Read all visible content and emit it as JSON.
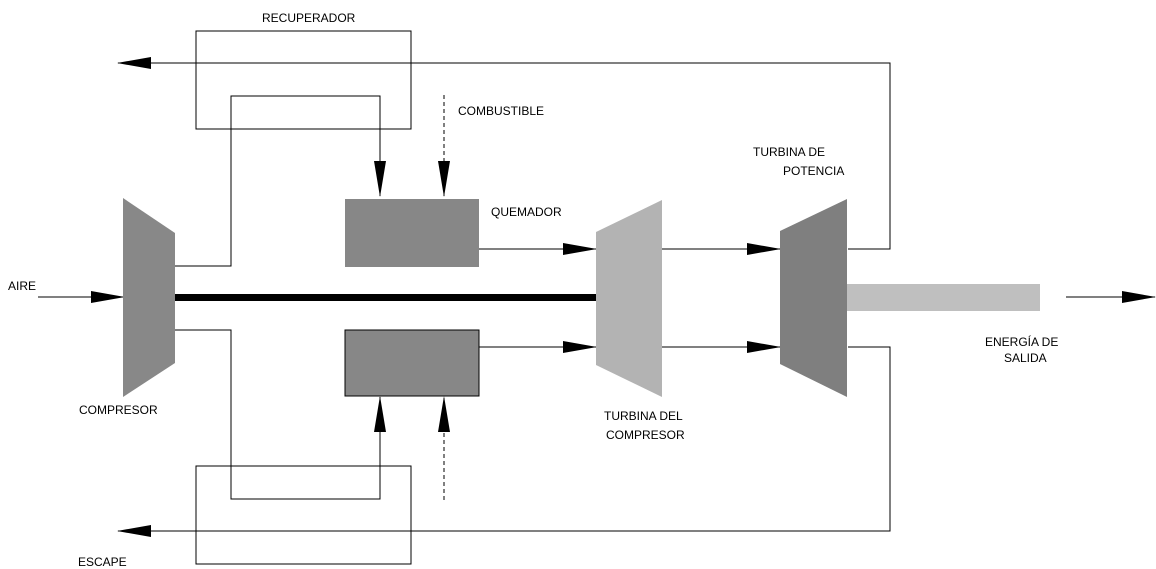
{
  "labels": {
    "recuperador": "RECUPERADOR",
    "combustible": "COMBUSTIBLE",
    "turbina_potencia_1": "TURBINA DE",
    "turbina_potencia_2": "POTENCIA",
    "quemador": "QUEMADOR",
    "aire": "AIRE",
    "compresor": "COMPRESOR",
    "turbina_compresor_1": "TURBINA DEL",
    "turbina_compresor_2": "COMPRESOR",
    "energia_1": "ENERGÍA DE",
    "energia_2": "SALIDA",
    "escape": "ESCAPE"
  },
  "colors": {
    "compressor": "#888888",
    "burner": "#878787",
    "compressor_turbine": "#b3b3b3",
    "power_turbine": "#7f7f7f",
    "output_shaft": "#bfbfbf",
    "shaft": "#000000"
  }
}
